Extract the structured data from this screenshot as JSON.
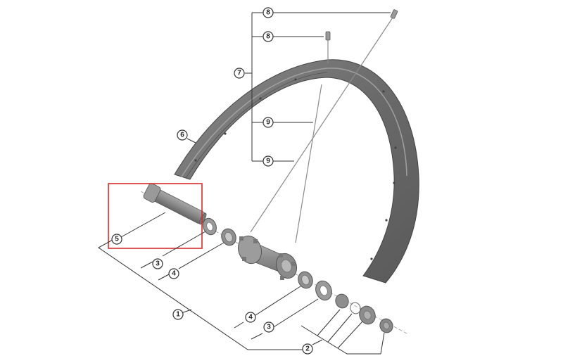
{
  "diagram": {
    "type": "exploded-parts-diagram",
    "subject": "bicycle wheel (hub, axle, rim, spokes)",
    "highlight": {
      "label": "5",
      "color": "#d62b2b",
      "part": "axle"
    },
    "callouts": [
      {
        "id": "c8a",
        "label": "8",
        "part": "spoke nipple (upper)"
      },
      {
        "id": "c8b",
        "label": "8",
        "part": "spoke nipple (lower)"
      },
      {
        "id": "c7",
        "label": "7",
        "part": "spoke group"
      },
      {
        "id": "c6",
        "label": "6",
        "part": "rim"
      },
      {
        "id": "c9a",
        "label": "9",
        "part": "spoke (upper)"
      },
      {
        "id": "c9b",
        "label": "9",
        "part": "spoke (lower)"
      },
      {
        "id": "c5",
        "label": "5",
        "part": "axle"
      },
      {
        "id": "c3a",
        "label": "3",
        "part": "washer (left)"
      },
      {
        "id": "c4a",
        "label": "4",
        "part": "bearing (left)"
      },
      {
        "id": "c1",
        "label": "1",
        "part": "hub assembly"
      },
      {
        "id": "c4b",
        "label": "4",
        "part": "bearing (right)"
      },
      {
        "id": "c3b",
        "label": "3",
        "part": "washer (right)"
      },
      {
        "id": "c2",
        "label": "2",
        "part": "end cap / lock ring set"
      }
    ]
  },
  "colors": {
    "rim": "#6e6e6e",
    "rim_light": "#9a9a9a",
    "hub": "#8c8c8c",
    "line": "#333333",
    "highlight_box": "#d62b2b"
  }
}
